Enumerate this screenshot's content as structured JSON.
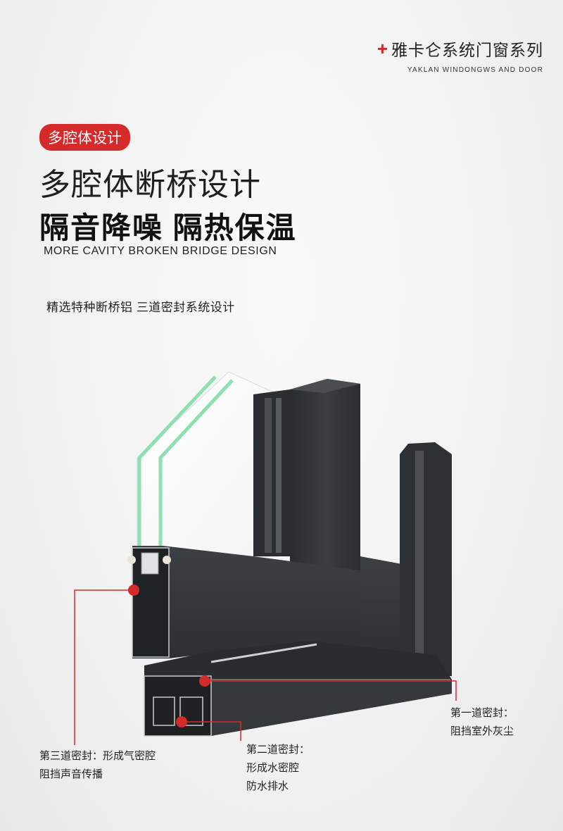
{
  "brand": {
    "title": "雅卡仑系统门窗系列",
    "subtitle": "YAKLAN WINDONGWS AND DOOR",
    "plus": "+",
    "accent_color": "#d42a2a"
  },
  "tag": "多腔体设计",
  "heading_main": "多腔体断桥设计",
  "heading_bold": "隔音降噪 隔热保温",
  "heading_en": "MORE CAVITY BROKEN BRIDGE DESIGN",
  "description": "精选特种断桥铝 三道密封系统设计",
  "callouts": {
    "first": {
      "title": "第一道密封：",
      "line1": "阻挡室外灰尘"
    },
    "second": {
      "title": "第二道密封：",
      "line1": "形成水密腔",
      "line2": "防水排水"
    },
    "third": {
      "title": "第三道密封：形成气密腔",
      "line1": "阻挡声音传播"
    }
  }
}
